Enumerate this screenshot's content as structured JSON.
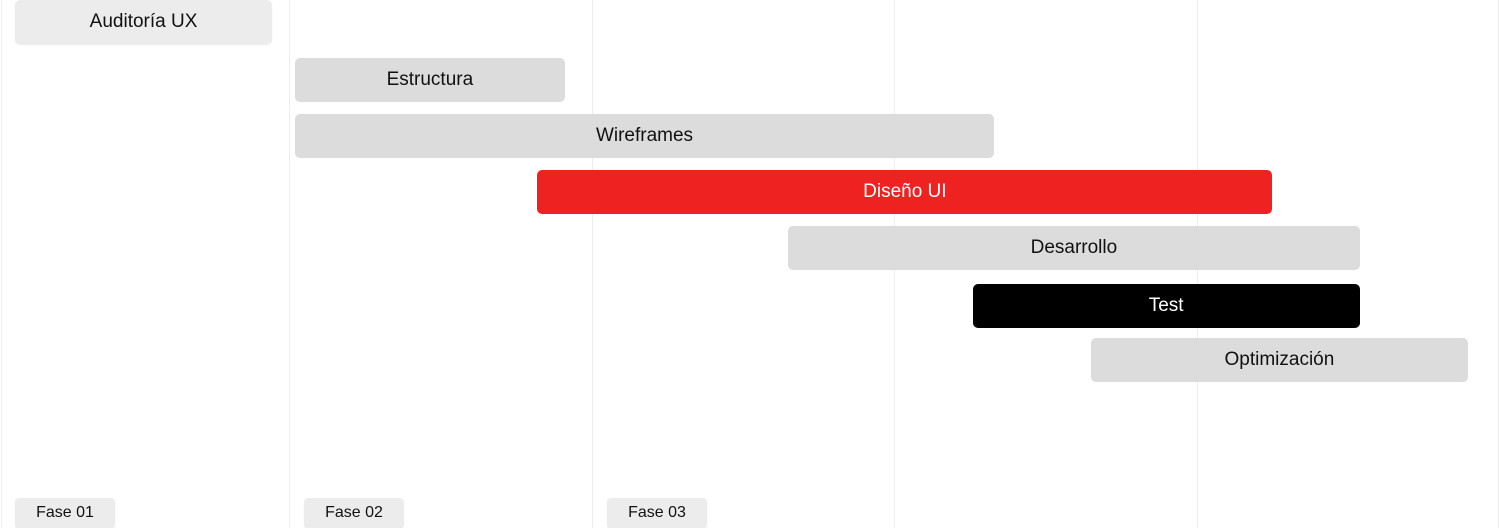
{
  "chart_data": {
    "type": "gantt",
    "title": "",
    "colors": {
      "default": "#dcdcdc",
      "light": "#ececec",
      "accent": "#ee2221",
      "dark": "#000000"
    },
    "phases": [
      {
        "label": "Fase 01"
      },
      {
        "label": "Fase 02"
      },
      {
        "label": "Fase 03"
      }
    ],
    "tasks": [
      {
        "label": "Auditoría UX",
        "start": 0.05,
        "end": 0.94,
        "style": "light"
      },
      {
        "label": "Estructura",
        "start": 1.02,
        "end": 1.91,
        "style": "default"
      },
      {
        "label": "Wireframes",
        "start": 1.02,
        "end": 3.33,
        "style": "default"
      },
      {
        "label": "Diseño UI",
        "start": 1.82,
        "end": 4.25,
        "style": "accent"
      },
      {
        "label": "Desarrollo",
        "start": 2.65,
        "end": 4.54,
        "style": "default"
      },
      {
        "label": "Test",
        "start": 3.26,
        "end": 4.54,
        "style": "dark"
      },
      {
        "label": "Optimización",
        "start": 3.65,
        "end": 4.9,
        "style": "default"
      }
    ]
  }
}
